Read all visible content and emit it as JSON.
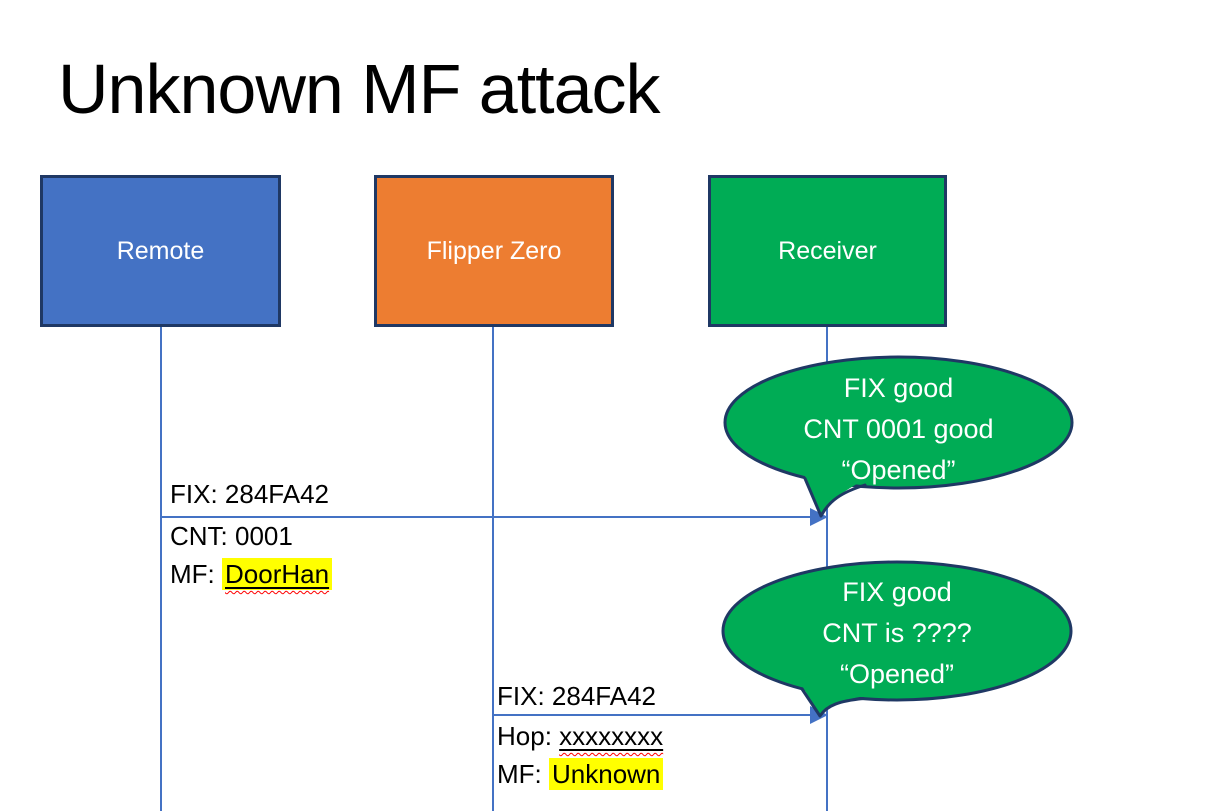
{
  "title": "Unknown MF attack",
  "actors": [
    {
      "label": "Remote",
      "fill": "#4472C4"
    },
    {
      "label": "Flipper Zero",
      "fill": "#ED7D31"
    },
    {
      "label": "Receiver",
      "fill": "#00AC55"
    }
  ],
  "messages": [
    {
      "above": "FIX: 284FA42",
      "below": [
        {
          "prefix": "CNT: ",
          "value": "0001"
        },
        {
          "prefix": "MF: ",
          "value": "DoorHan",
          "highlight": true,
          "underline": true,
          "misspelled": true
        }
      ]
    },
    {
      "above": "FIX: 284FA42",
      "below": [
        {
          "prefix": "Hop: ",
          "value": "xxxxxxxx",
          "underline": true,
          "misspelled": true
        },
        {
          "prefix": "MF: ",
          "value": "Unknown",
          "highlight": true
        }
      ]
    }
  ],
  "callouts": [
    {
      "lines": [
        "FIX good",
        "CNT 0001 good",
        "“Opened”"
      ]
    },
    {
      "lines": [
        "FIX good",
        "CNT is ????",
        "“Opened”"
      ]
    }
  ],
  "colors": {
    "actor_border": "#1F3864",
    "lifeline": "#4472C4",
    "arrow": "#4472C4",
    "callout_fill": "#00AC55",
    "callout_border": "#1F3864",
    "highlight": "#FFFF00",
    "squiggle": "#FF0000",
    "title_text": "#000000",
    "label_text": "#000000",
    "box_text": "#FFFFFF"
  }
}
